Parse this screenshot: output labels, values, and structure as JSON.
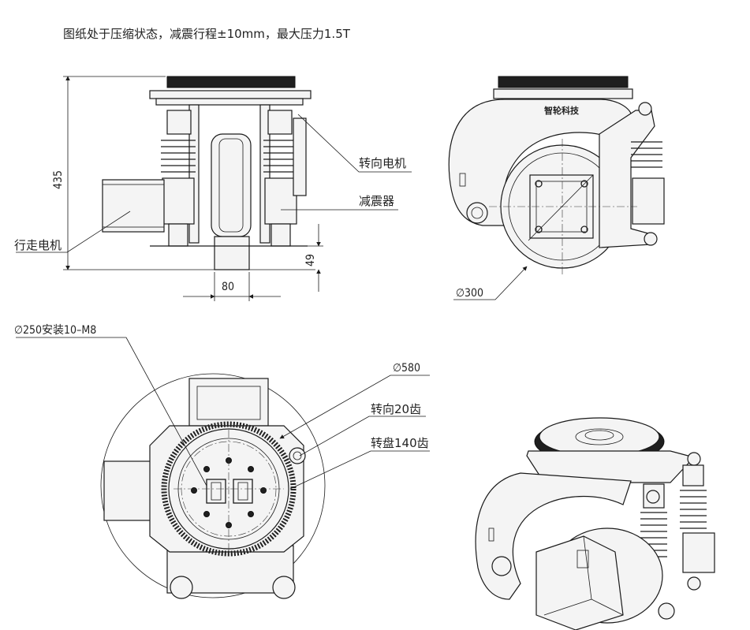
{
  "header": {
    "note": "图纸处于压缩状态，减震行程±10mm，最大压力1.5T"
  },
  "side_view": {
    "dim_height": "435",
    "dim_width": "80",
    "dim_clearance": "49",
    "label_steering_motor": "转向电机",
    "label_shock_absorber": "减震器",
    "label_drive_motor": "行走电机"
  },
  "front_view": {
    "brand": "智轮科技",
    "dim_wheel": "∅300"
  },
  "top_view": {
    "label_mount": "∅250安装10–M8",
    "label_outer": "∅580",
    "label_steer_teeth": "转向20齿",
    "label_slew_teeth": "转盘140齿"
  }
}
